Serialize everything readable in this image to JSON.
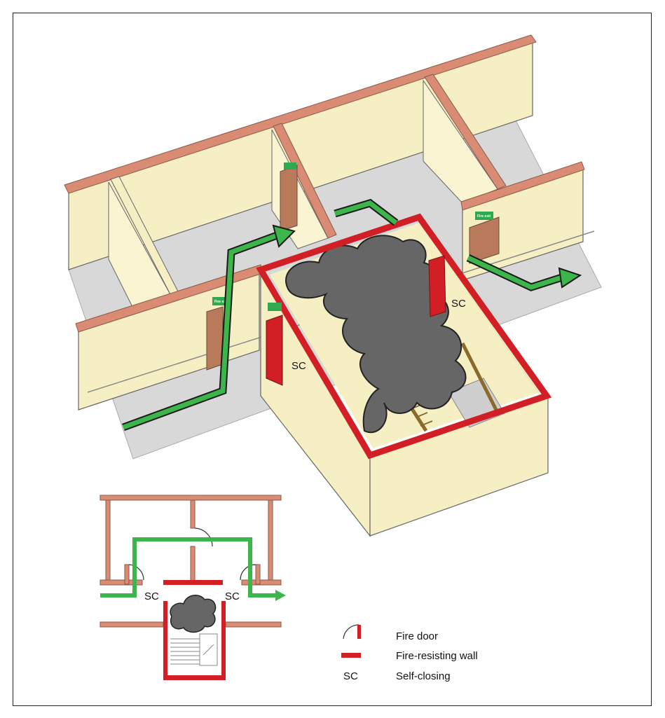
{
  "labels": {
    "sc_iso_right": "SC",
    "sc_iso_left": "SC",
    "sc_plan_left": "SC",
    "sc_plan_right": "SC"
  },
  "signs": {
    "fire_exit": "Fire exit"
  },
  "legend": {
    "fire_door": "Fire door",
    "fire_resisting_wall": "Fire-resisting wall",
    "sc_abbrev": "SC",
    "sc_meaning": "Self-closing"
  },
  "icons": {
    "fire_door": "fire-door-icon",
    "wall": "fire-resisting-wall-icon"
  },
  "colors": {
    "wall_top": "#d98b73",
    "wall_face": "#f6efc4",
    "floor": "#d8d8d8",
    "fire_red": "#d21f26",
    "escape_green": "#3cb54a",
    "smoke": "#666666",
    "door_wood": "#b97a5c"
  }
}
